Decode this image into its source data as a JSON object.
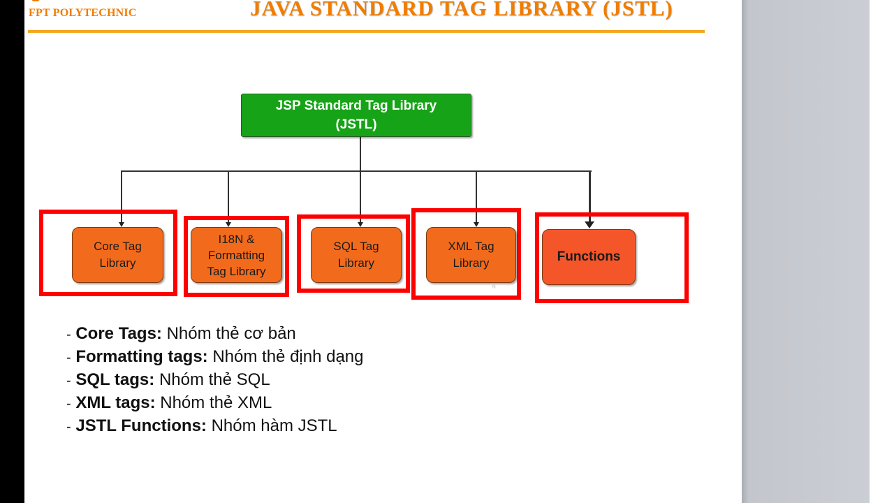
{
  "header": {
    "brand": "FPT POLYTECHNIC",
    "title": "JAVA STANDARD TAG LIBRARY (JSTL)"
  },
  "diagram": {
    "root": {
      "line1": "JSP Standard Tag Library",
      "line2": "(JSTL)"
    },
    "nodes": [
      {
        "lines": [
          "Core Tag",
          "Library"
        ]
      },
      {
        "lines": [
          "I18N &",
          "Formatting",
          "Tag Library"
        ]
      },
      {
        "lines": [
          "SQL Tag",
          "Library"
        ]
      },
      {
        "lines": [
          "XML Tag",
          "Library"
        ]
      },
      {
        "lines": [
          "Functions"
        ]
      }
    ],
    "page_number": "4"
  },
  "bullets": [
    {
      "dash": "-",
      "term": "Core Tags:",
      "desc": "Nhóm thẻ cơ bản"
    },
    {
      "dash": "-",
      "term": "Formatting tags:",
      "desc": "Nhóm thẻ định dạng"
    },
    {
      "dash": "-",
      "term": "SQL tags:",
      "desc": "Nhóm thẻ SQL"
    },
    {
      "dash": "-",
      "term": "XML tags:",
      "desc": "Nhóm thẻ XML"
    },
    {
      "dash": "-",
      "term": "JSTL Functions:",
      "desc": "Nhóm hàm JSTL"
    }
  ],
  "colors": {
    "brand_orange": "#f07d00",
    "root_green": "#17a317",
    "node_orange": "#f26b1d",
    "highlight_red": "#ff0000",
    "viewer_gray": "#c3c6cc"
  }
}
